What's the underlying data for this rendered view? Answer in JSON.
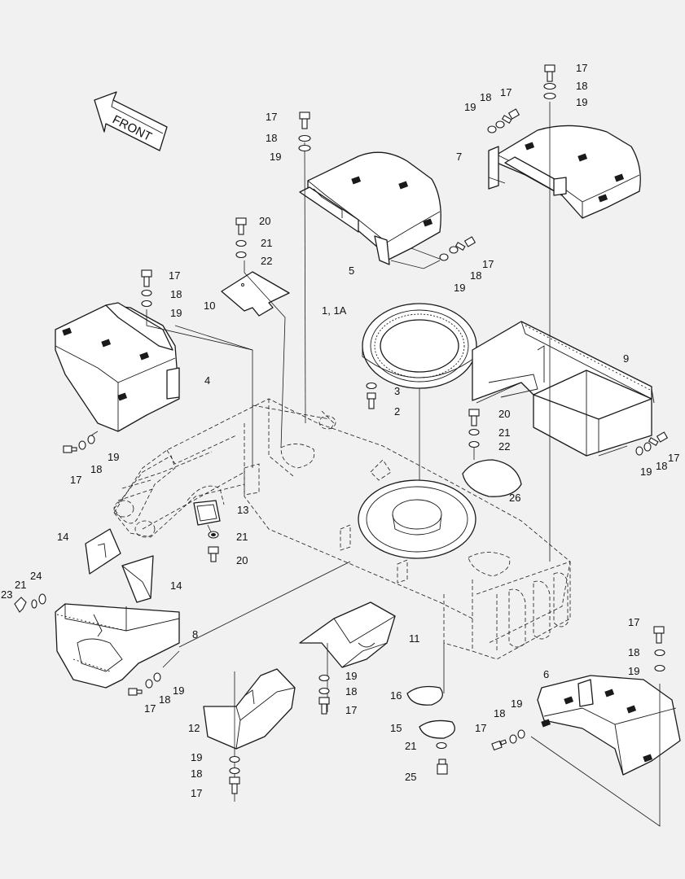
{
  "diagram": {
    "front_label": "FRONT",
    "callouts": [
      {
        "id": "c17a",
        "text": "17"
      },
      {
        "id": "c18a",
        "text": "18"
      },
      {
        "id": "c19a",
        "text": "19"
      },
      {
        "id": "c17b",
        "text": "17"
      },
      {
        "id": "c18b",
        "text": "18"
      },
      {
        "id": "c19b",
        "text": "19"
      },
      {
        "id": "c17c",
        "text": "17"
      },
      {
        "id": "c18c",
        "text": "18"
      },
      {
        "id": "c19c",
        "text": "19"
      },
      {
        "id": "c7",
        "text": "7"
      },
      {
        "id": "c20a",
        "text": "20"
      },
      {
        "id": "c21a",
        "text": "21"
      },
      {
        "id": "c22a",
        "text": "22"
      },
      {
        "id": "c10",
        "text": "10"
      },
      {
        "id": "c5",
        "text": "5"
      },
      {
        "id": "c17d",
        "text": "17"
      },
      {
        "id": "c18d",
        "text": "18"
      },
      {
        "id": "c19d",
        "text": "19"
      },
      {
        "id": "c17e",
        "text": "17"
      },
      {
        "id": "c18e",
        "text": "18"
      },
      {
        "id": "c19e",
        "text": "19"
      },
      {
        "id": "c4",
        "text": "4"
      },
      {
        "id": "c1",
        "text": "1, 1A"
      },
      {
        "id": "c3",
        "text": "3"
      },
      {
        "id": "c2",
        "text": "2"
      },
      {
        "id": "c9",
        "text": "9"
      },
      {
        "id": "c19f",
        "text": "19"
      },
      {
        "id": "c18f",
        "text": "18"
      },
      {
        "id": "c17f",
        "text": "17"
      },
      {
        "id": "c20b",
        "text": "20"
      },
      {
        "id": "c21b",
        "text": "21"
      },
      {
        "id": "c22b",
        "text": "22"
      },
      {
        "id": "c19g",
        "text": "19"
      },
      {
        "id": "c18g",
        "text": "18"
      },
      {
        "id": "c17g",
        "text": "17"
      },
      {
        "id": "c26",
        "text": "26"
      },
      {
        "id": "c13",
        "text": "13"
      },
      {
        "id": "c21c",
        "text": "21"
      },
      {
        "id": "c20c",
        "text": "20"
      },
      {
        "id": "c14a",
        "text": "14"
      },
      {
        "id": "c14b",
        "text": "14"
      },
      {
        "id": "c24",
        "text": "24"
      },
      {
        "id": "c21d",
        "text": "21"
      },
      {
        "id": "c23",
        "text": "23"
      },
      {
        "id": "c8",
        "text": "8"
      },
      {
        "id": "c19h",
        "text": "19"
      },
      {
        "id": "c18h",
        "text": "18"
      },
      {
        "id": "c17h",
        "text": "17"
      },
      {
        "id": "c11",
        "text": "11"
      },
      {
        "id": "c19i",
        "text": "19"
      },
      {
        "id": "c18i",
        "text": "18"
      },
      {
        "id": "c17i",
        "text": "17"
      },
      {
        "id": "c12",
        "text": "12"
      },
      {
        "id": "c19j",
        "text": "19"
      },
      {
        "id": "c18j",
        "text": "18"
      },
      {
        "id": "c17j",
        "text": "17"
      },
      {
        "id": "c16",
        "text": "16"
      },
      {
        "id": "c15",
        "text": "15"
      },
      {
        "id": "c21e",
        "text": "21"
      },
      {
        "id": "c25",
        "text": "25"
      },
      {
        "id": "c17k",
        "text": "17"
      },
      {
        "id": "c18k",
        "text": "18"
      },
      {
        "id": "c19k",
        "text": "19"
      },
      {
        "id": "c6",
        "text": "6"
      },
      {
        "id": "c19l",
        "text": "19"
      },
      {
        "id": "c18l",
        "text": "18"
      },
      {
        "id": "c17l",
        "text": "17"
      }
    ]
  }
}
